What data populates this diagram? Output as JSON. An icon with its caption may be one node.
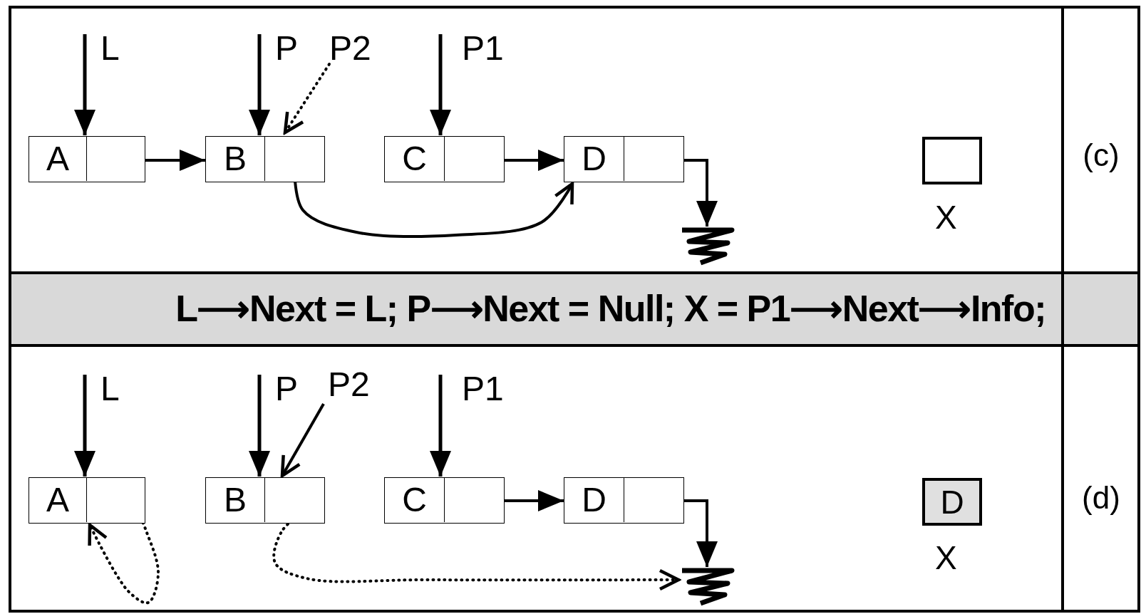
{
  "diagram": {
    "nodes": [
      {
        "text": [
          "L"
        ]
      },
      {
        "text": [
          "P"
        ]
      },
      {
        "text": [
          "P2"
        ]
      },
      {
        "text": [
          "P1"
        ]
      },
      {
        "text": [
          "A"
        ]
      },
      {
        "text": [
          "B"
        ]
      },
      {
        "text": [
          "C"
        ]
      },
      {
        "text": [
          "D"
        ]
      },
      {
        "text": [],
        "shape": "ground"
      },
      {
        "text": [],
        "shape": "box",
        "beside": [
          "X"
        ]
      },
      {
        "text": [
          "L⟶Next = L; P⟶Next = Null; X = P1⟶Next⟶Info;"
        ]
      },
      {
        "text": [
          "L"
        ]
      },
      {
        "text": [
          "P"
        ]
      },
      {
        "text": [
          "P2"
        ]
      },
      {
        "text": [
          "P1"
        ]
      },
      {
        "text": [
          "A"
        ]
      },
      {
        "text": [
          "B"
        ]
      },
      {
        "text": [
          "C"
        ]
      },
      {
        "text": [
          "D"
        ]
      },
      {
        "text": [],
        "shape": "ground"
      },
      {
        "text": [
          "D"
        ],
        "beside": [
          "X"
        ]
      }
    ],
    "edges": [
      {
        "from": 0,
        "to": 4,
        "arrow": "to"
      },
      {
        "from": 1,
        "to": 5,
        "arrow": "to"
      },
      {
        "from": 2,
        "to": 5,
        "arrow": "to",
        "style": "dashed"
      },
      {
        "from": 3,
        "to": 6,
        "arrow": "to"
      },
      {
        "from": 4,
        "to": 5,
        "arrow": "to"
      },
      {
        "from": 5,
        "to": 7,
        "arrow": "to"
      },
      {
        "from": 6,
        "to": 7,
        "arrow": "to"
      },
      {
        "from": 7,
        "to": 8,
        "arrow": "to"
      },
      {
        "from": 11,
        "to": 15,
        "arrow": "to"
      },
      {
        "from": 12,
        "to": 16,
        "arrow": "to"
      },
      {
        "from": 13,
        "to": 16,
        "arrow": "to"
      },
      {
        "from": 14,
        "to": 17,
        "arrow": "to"
      },
      {
        "from": 15,
        "to": 15,
        "arrow": "to",
        "style": "dashed"
      },
      {
        "from": 16,
        "to": 19,
        "arrow": "to",
        "style": "dashed"
      },
      {
        "from": 17,
        "to": 18,
        "arrow": "to"
      },
      {
        "from": 18,
        "to": 19,
        "arrow": "to"
      }
    ],
    "labels": [
      "(c)",
      "(d)"
    ]
  }
}
